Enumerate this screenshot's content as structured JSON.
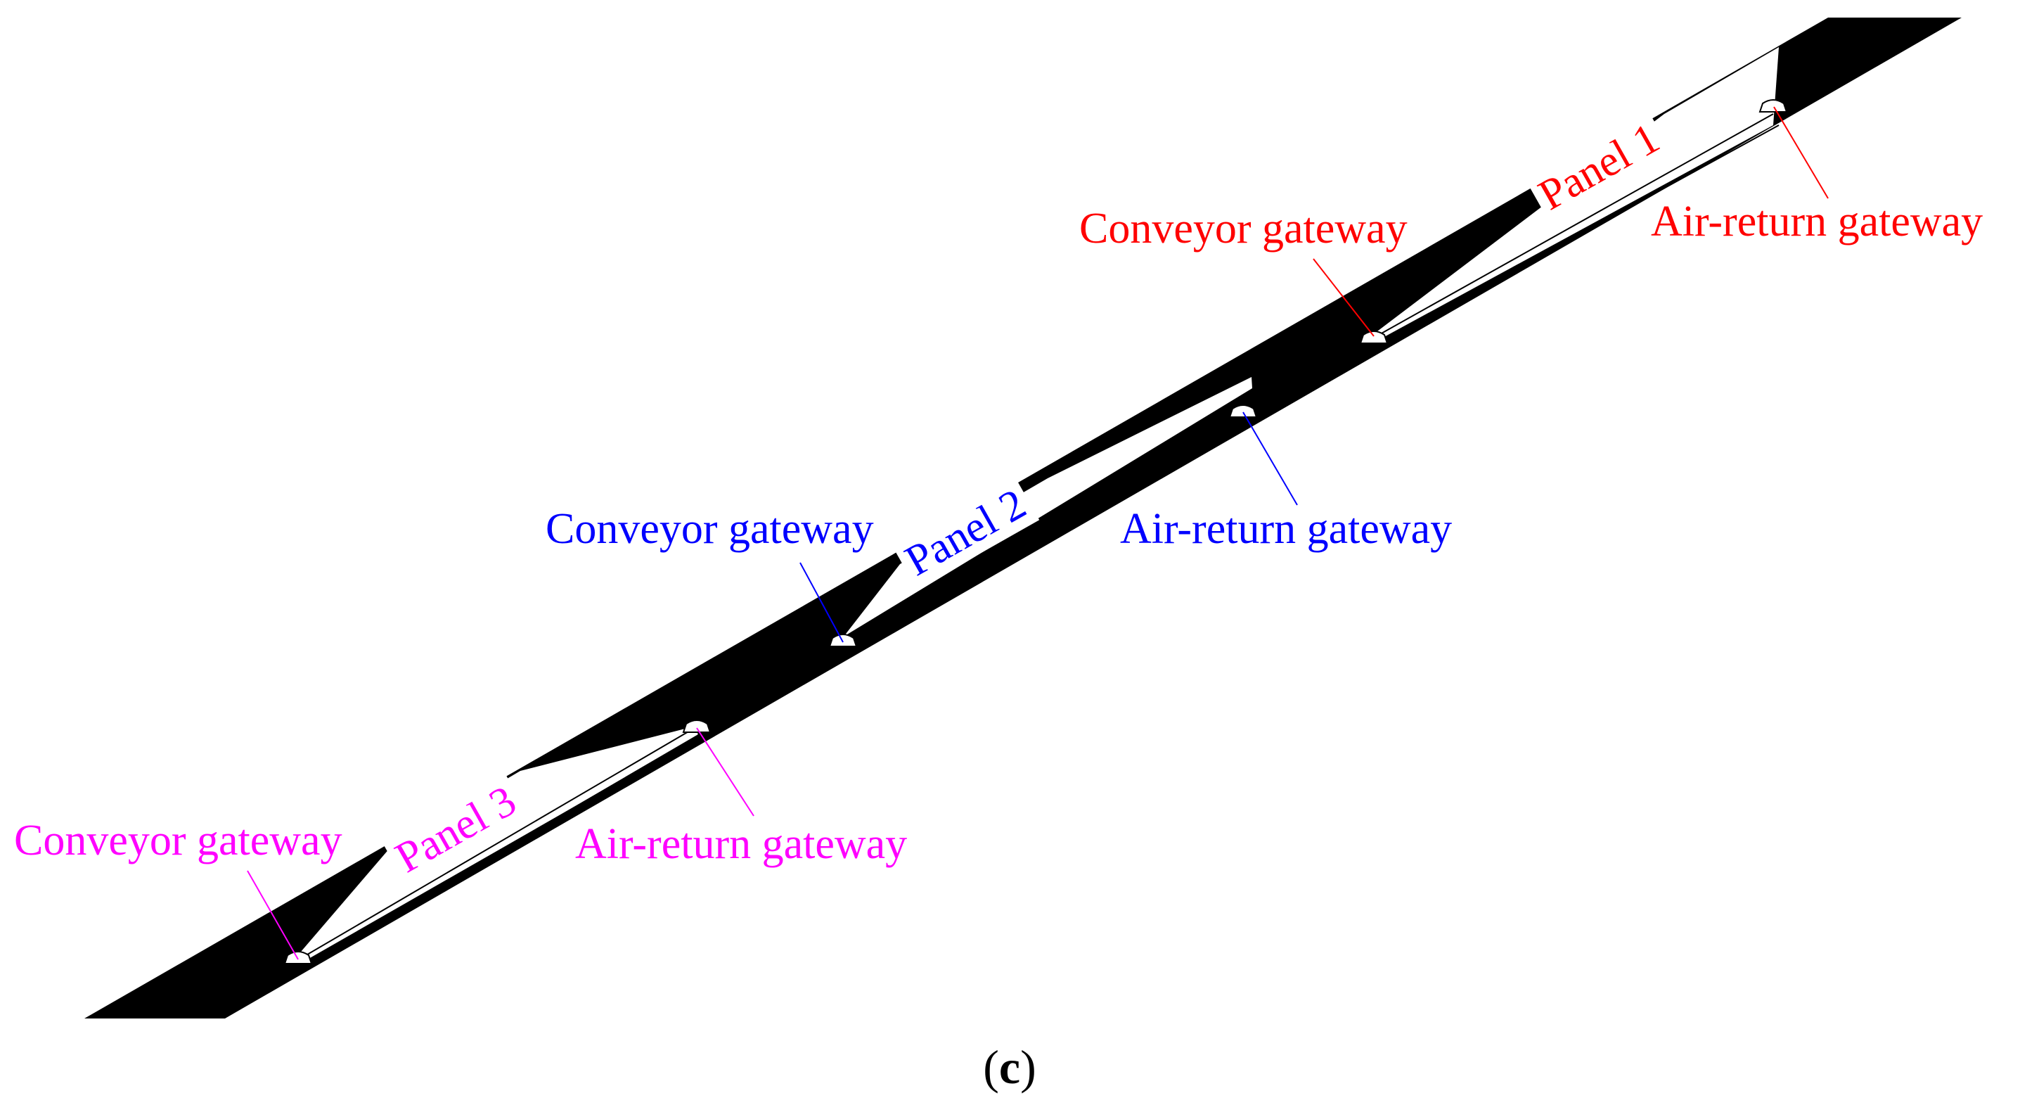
{
  "colors": {
    "strata": "#000000",
    "background": "#ffffff",
    "panel_1": "#ff0000",
    "panel_2": "#0000ff",
    "panel_3": "#ff00ff"
  },
  "panels": [
    {
      "label": "Panel 1",
      "color": "#ff0000",
      "conveyor_label": "Conveyor gateway",
      "air_return_label": "Air-return gateway"
    },
    {
      "label": "Panel 2",
      "color": "#0000ff",
      "conveyor_label": "Conveyor gateway",
      "air_return_label": "Air-return gateway"
    },
    {
      "label": "Panel 3",
      "color": "#ff00ff",
      "conveyor_label": "Conveyor gateway",
      "air_return_label": "Air-return gateway"
    }
  ],
  "caption": {
    "open": "(",
    "letter": "c",
    "close": ")"
  }
}
